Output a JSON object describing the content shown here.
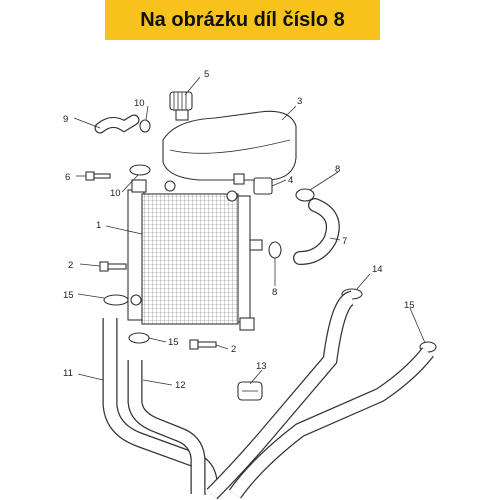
{
  "header": {
    "title": "Na obrázku díl číslo 8",
    "bg_color": "#f6c21b"
  },
  "labels": [
    {
      "id": "1",
      "text": "1"
    },
    {
      "id": "2a",
      "text": "2"
    },
    {
      "id": "2b",
      "text": "2"
    },
    {
      "id": "3",
      "text": "3"
    },
    {
      "id": "4",
      "text": "4"
    },
    {
      "id": "5",
      "text": "5"
    },
    {
      "id": "6",
      "text": "6"
    },
    {
      "id": "7",
      "text": "7"
    },
    {
      "id": "8a",
      "text": "8"
    },
    {
      "id": "8b",
      "text": "8"
    },
    {
      "id": "9",
      "text": "9"
    },
    {
      "id": "10a",
      "text": "10"
    },
    {
      "id": "10b",
      "text": "10"
    },
    {
      "id": "11",
      "text": "11"
    },
    {
      "id": "12",
      "text": "12"
    },
    {
      "id": "13",
      "text": "13"
    },
    {
      "id": "14",
      "text": "14"
    },
    {
      "id": "15a",
      "text": "15"
    },
    {
      "id": "15b",
      "text": "15"
    },
    {
      "id": "15c",
      "text": "15"
    }
  ]
}
